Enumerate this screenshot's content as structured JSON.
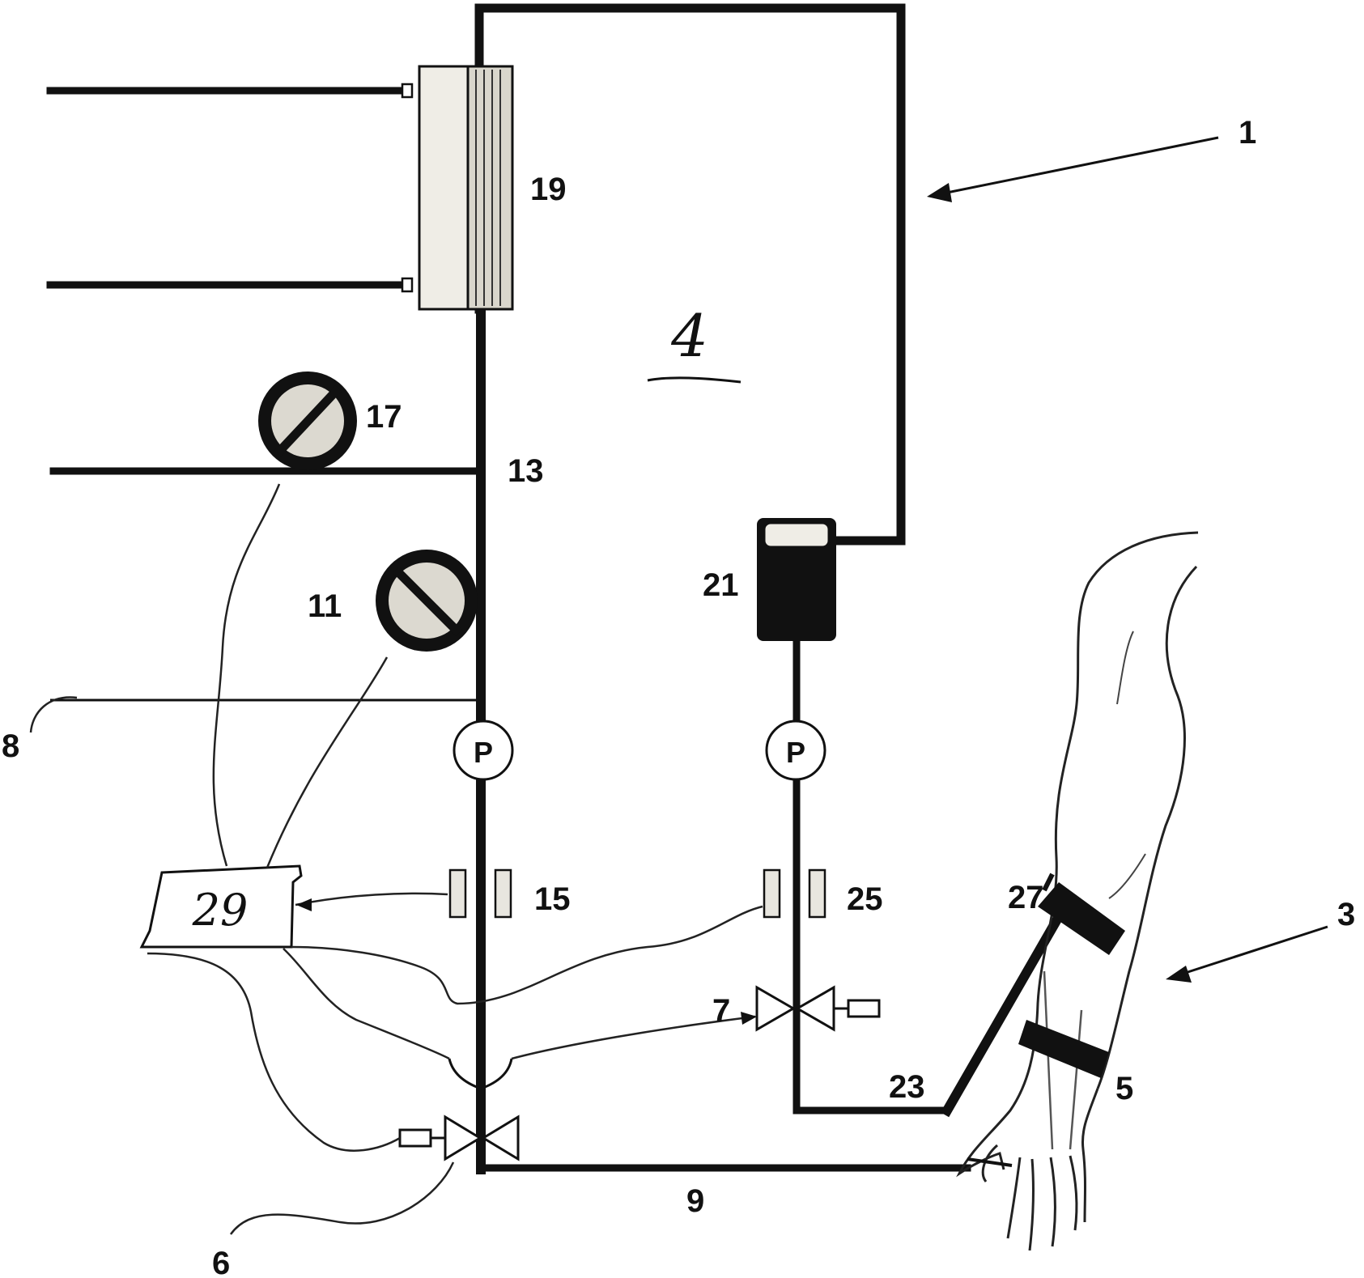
{
  "labels": {
    "system": "1",
    "limb": "3",
    "chamber": "4",
    "cuff_lower": "5",
    "valve_left": "6",
    "valve_right": "7",
    "line_8": "8",
    "return_line": "9",
    "meter_11": "11",
    "junction": "13",
    "sensor_left": "15",
    "meter_17": "17",
    "exchanger": "19",
    "reservoir": "21",
    "line_23": "23",
    "sensor_right": "25",
    "cuff_upper": "27",
    "controller": "29",
    "pump_symbol": "P"
  },
  "colors": {
    "ink": "#111111",
    "paper": "#ffffff",
    "fill_grey": "#e8e6df"
  }
}
